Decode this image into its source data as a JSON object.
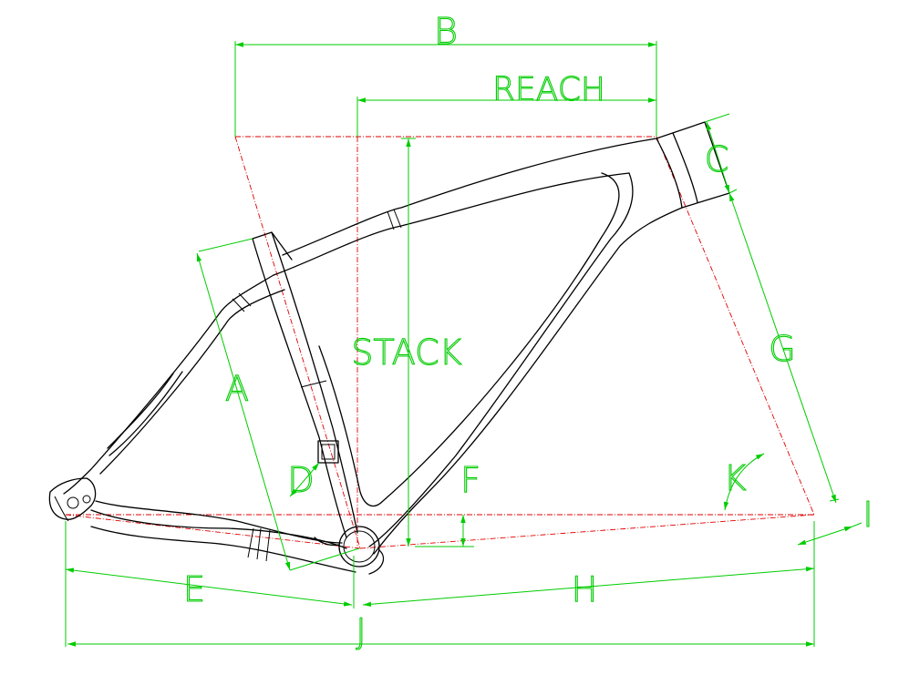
{
  "colors": {
    "background": "#ffffff",
    "frame": "#000000",
    "dimension": "#00cc00",
    "reference": "#e00000"
  },
  "labels": {
    "b": "B",
    "reach": "REACH",
    "c": "C",
    "g": "G",
    "stack": "STACK",
    "a": "A",
    "d": "D",
    "f": "F",
    "k": "K",
    "i": "I",
    "e": "E",
    "h": "H",
    "j": "J"
  }
}
